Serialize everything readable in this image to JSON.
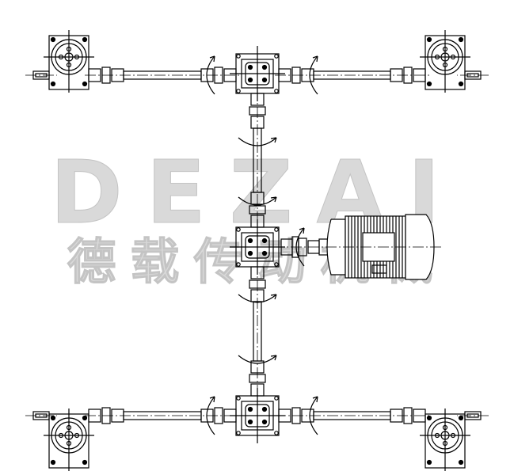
{
  "watermark": {
    "brand": "DEZAI",
    "cn_name": "德载传动机械"
  },
  "components": {
    "screw_jacks": 4,
    "bevel_gearboxes": 3,
    "motor": 1
  },
  "colors": {
    "line": "#000000",
    "watermark": "#d4d4d4",
    "background": "#ffffff"
  }
}
